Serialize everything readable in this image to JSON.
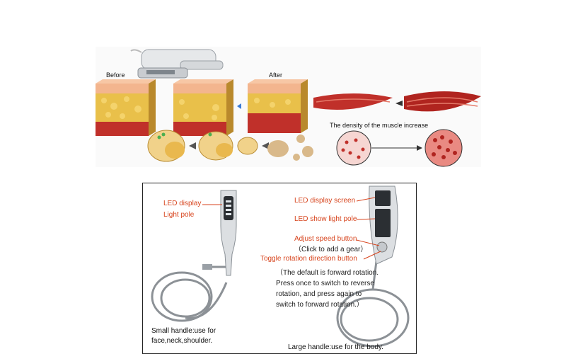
{
  "top": {
    "before_label": "Before",
    "after_label": "After",
    "muscle_caption": "The density of the muscle increase"
  },
  "bottom": {
    "small_handle": {
      "led_display": "LED display",
      "light_pole": "Light pole",
      "caption_line1": "Small handle:use for",
      "caption_line2": "face,neck,shoulder."
    },
    "large_handle": {
      "led_display_screen": "LED display screen",
      "led_show_light_pole": "LED show light pole",
      "adjust_speed_button": "Adjust speed button",
      "click_note": "（Click to add a gear）",
      "toggle_rotation": "Toggle rotation direction button",
      "default_note_line1": "（The default is forward rotation.",
      "default_note_line2": "Press once to switch to reverse",
      "default_note_line3": "rotation, and press again to",
      "default_note_line4": "switch to forward rotation.）",
      "caption": "Large handle:use for the body."
    }
  },
  "colors": {
    "label_orange": "#d7431c",
    "muscle_red": "#c0302a",
    "fat_yellow": "#e9c04a",
    "skin_pink": "#f3b58e"
  }
}
